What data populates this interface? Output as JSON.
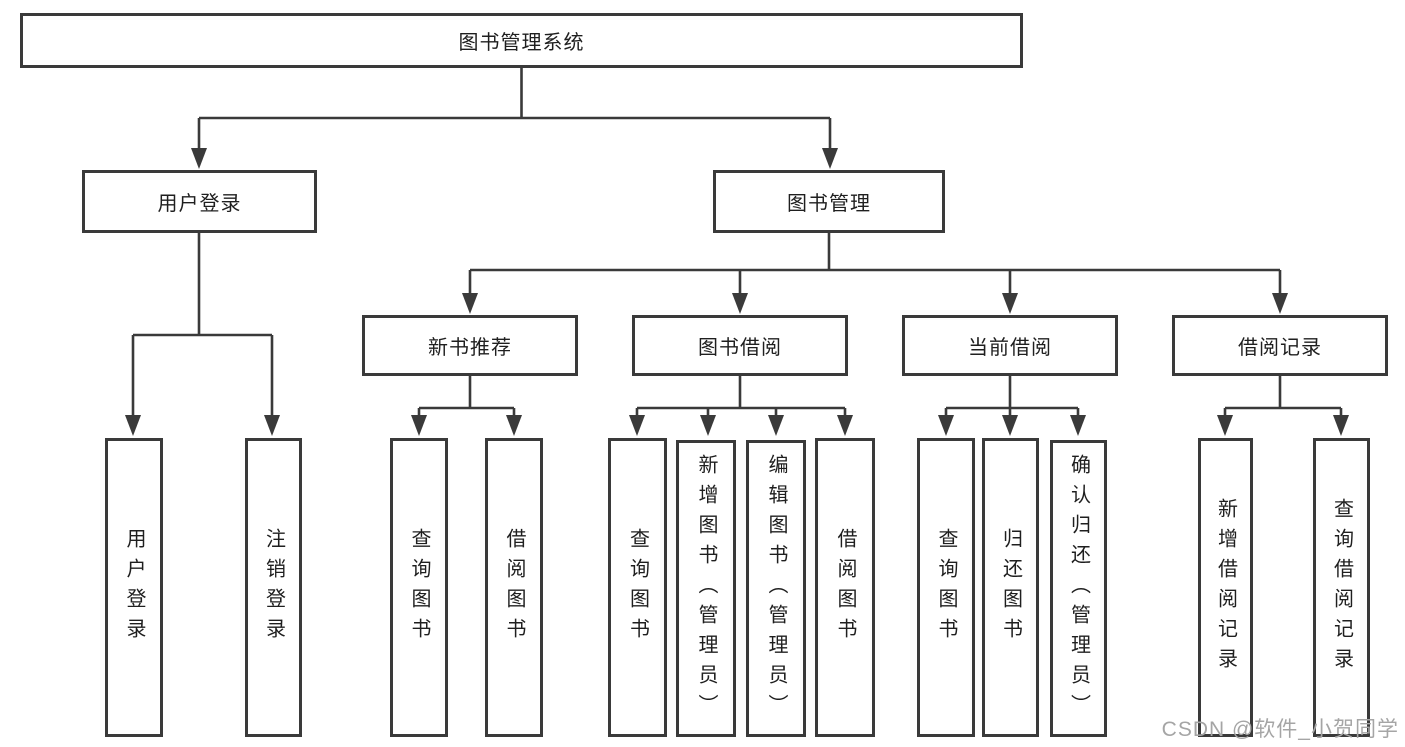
{
  "diagram": {
    "nodes": {
      "root": "图书管理系统",
      "user_login": "用户登录",
      "book_mgmt": "图书管理",
      "new_book_rec": "新书推荐",
      "book_borrow": "图书借阅",
      "current_borrow": "当前借阅",
      "borrow_record": "借阅记录",
      "user_login_leaf": "用户登录",
      "logout_leaf": "注销登录",
      "query_book_a": "查询图书",
      "borrow_book_a": "借阅图书",
      "query_book_b": "查询图书",
      "add_book": "新增图书（管理员）",
      "edit_book": "编辑图书（管理员）",
      "borrow_book_b": "借阅图书",
      "query_book_c": "查询图书",
      "return_book": "归还图书",
      "confirm_return": "确认归还（管理员）",
      "add_borrow_record": "新增借阅记录",
      "query_borrow_record": "查询借阅记录"
    },
    "hierarchy": {
      "label": "图书管理系统",
      "children": [
        {
          "label": "用户登录",
          "children": [
            {
              "label": "用户登录"
            },
            {
              "label": "注销登录"
            }
          ]
        },
        {
          "label": "图书管理",
          "children": [
            {
              "label": "新书推荐",
              "children": [
                {
                  "label": "查询图书"
                },
                {
                  "label": "借阅图书"
                }
              ]
            },
            {
              "label": "图书借阅",
              "children": [
                {
                  "label": "查询图书"
                },
                {
                  "label": "新增图书（管理员）"
                },
                {
                  "label": "编辑图书（管理员）"
                },
                {
                  "label": "借阅图书"
                }
              ]
            },
            {
              "label": "当前借阅",
              "children": [
                {
                  "label": "查询图书"
                },
                {
                  "label": "归还图书"
                },
                {
                  "label": "确认归还（管理员）"
                }
              ]
            },
            {
              "label": "借阅记录",
              "children": [
                {
                  "label": "新增借阅记录"
                },
                {
                  "label": "查询借阅记录"
                }
              ]
            }
          ]
        }
      ]
    },
    "watermark": "CSDN @软件_小贺同学",
    "colors": {
      "line": "#3a3a3a",
      "box_border": "#3a3a3a",
      "box_fill": "#ffffff",
      "text": "#1f1f1f",
      "background": "#ffffff",
      "watermark": "#a5a5a5"
    }
  }
}
